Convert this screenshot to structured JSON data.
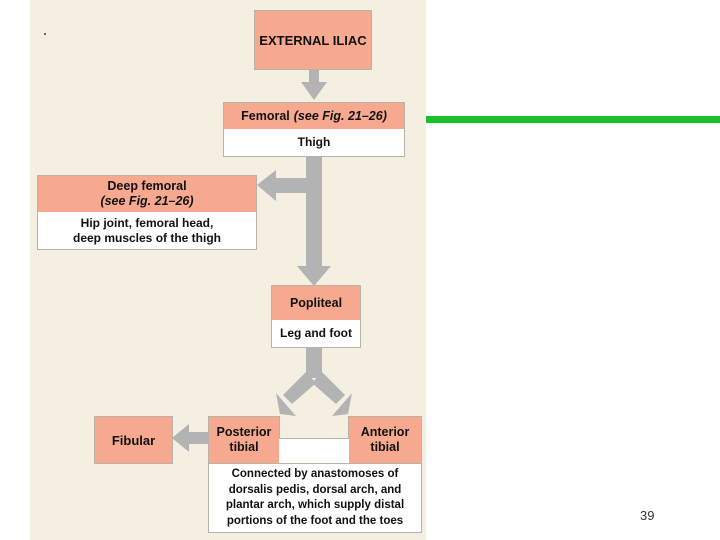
{
  "nodes": {
    "external_iliac": {
      "title": "EXTERNAL ILIAC"
    },
    "femoral": {
      "title": "Femoral",
      "ref": "(see Fig. 21–26)",
      "body": "Thigh"
    },
    "deep_femoral": {
      "title": "Deep femoral",
      "ref": "(see Fig. 21–26)",
      "body_line1": "Hip joint, femoral head,",
      "body_line2": "deep muscles of the thigh"
    },
    "popliteal": {
      "title": "Popliteal",
      "body": "Leg and foot"
    },
    "fibular": {
      "title": "Fibular"
    },
    "posterior_tibial": {
      "title_line1": "Posterior",
      "title_line2": "tibial"
    },
    "anterior_tibial": {
      "title_line1": "Anterior",
      "title_line2": "tibial"
    },
    "anastomoses": {
      "line1": "Connected by anastomoses of",
      "line2": "dorsalis pedis, dorsal arch, and",
      "line3": "plantar arch, which supply distal",
      "line4": "portions of the foot and the toes"
    }
  },
  "page_number": "39",
  "colors": {
    "panel_bg": "#f4efe0",
    "box_header": "#f6a98f",
    "arrow": "#b3b3b3",
    "accent_line": "#1bc12a"
  }
}
